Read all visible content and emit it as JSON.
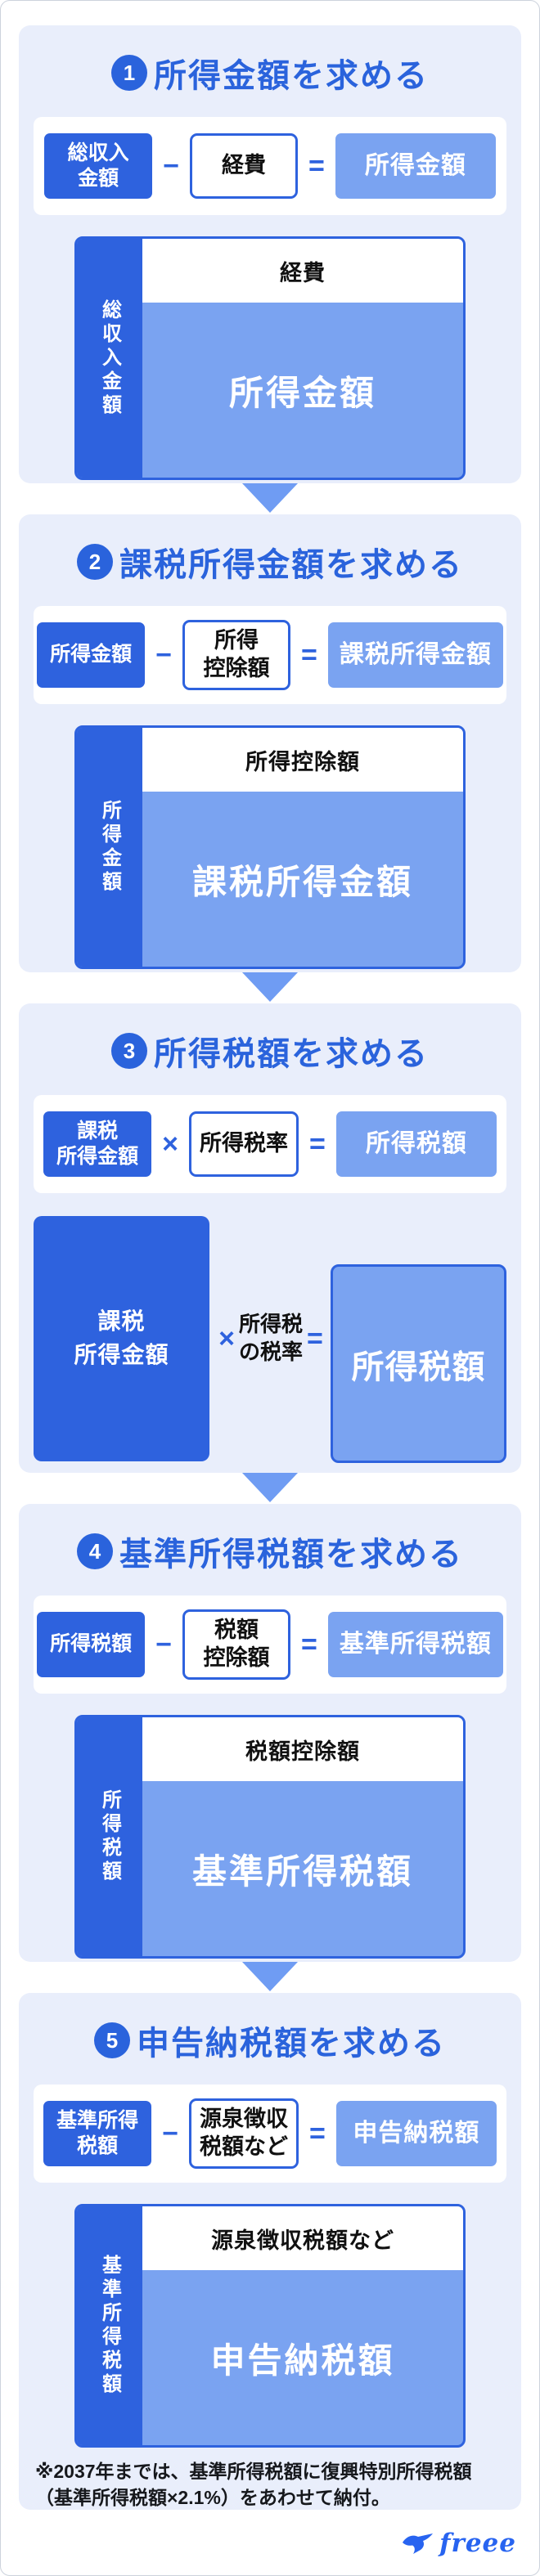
{
  "colors": {
    "accent_dark": "#2e62de",
    "accent_light": "#7aa3f1",
    "section_bg": "#e9eefb",
    "arrow": "#6f9cf3",
    "title_blue": "#2a63dc",
    "logo_blue": "#2864f0"
  },
  "sections": [
    {
      "number": "1",
      "title": "所得金額を求める",
      "formula": {
        "operand1_lines": [
          "総収入",
          "金額"
        ],
        "operator1": "−",
        "operand2_lines": [
          "経費"
        ],
        "operator2": "=",
        "result": "所得金額"
      },
      "diagram": {
        "side_label": "総収入金額",
        "top_label": "経費",
        "main_label": "所得金額"
      }
    },
    {
      "number": "2",
      "title": "課税所得金額を求める",
      "formula": {
        "operand1_lines": [
          "所得金額"
        ],
        "operator1": "−",
        "operand2_lines": [
          "所得",
          "控除額"
        ],
        "operator2": "=",
        "result": "課税所得金額"
      },
      "diagram": {
        "side_label": "所得金額",
        "top_label": "所得控除額",
        "main_label": "課税所得金額"
      }
    },
    {
      "number": "3",
      "title": "所得税額を求める",
      "formula": {
        "operand1_lines": [
          "課税",
          "所得金額"
        ],
        "operator1": "×",
        "operand2_lines": [
          "所得税率"
        ],
        "operator2": "=",
        "result": "所得税額"
      },
      "diagram": {
        "left_lines": [
          "課税",
          "所得金額"
        ],
        "operator1": "×",
        "mid_lines": [
          "所得税",
          "の税率"
        ],
        "operator2": "=",
        "right_label": "所得税額"
      }
    },
    {
      "number": "4",
      "title": "基準所得税額を求める",
      "formula": {
        "operand1_lines": [
          "所得税額"
        ],
        "operator1": "−",
        "operand2_lines": [
          "税額",
          "控除額"
        ],
        "operator2": "=",
        "result": "基準所得税額"
      },
      "diagram": {
        "side_label": "所得税額",
        "top_label": "税額控除額",
        "main_label": "基準所得税額"
      }
    },
    {
      "number": "5",
      "title": "申告納税額を求める",
      "formula": {
        "operand1_lines": [
          "基準所得",
          "税額"
        ],
        "operator1": "−",
        "operand2_lines": [
          "源泉徴収",
          "税額など"
        ],
        "operator2": "=",
        "result": "申告納税額"
      },
      "diagram": {
        "side_label": "基準所得税額",
        "top_label": "源泉徴収税額など",
        "main_label": "申告納税額"
      },
      "footnote_lines": [
        "※2037年までは、基準所得税額に復興特別所得税額",
        "（基準所得税額×2.1%）をあわせて納付。"
      ]
    }
  ],
  "logo_text": "freee"
}
